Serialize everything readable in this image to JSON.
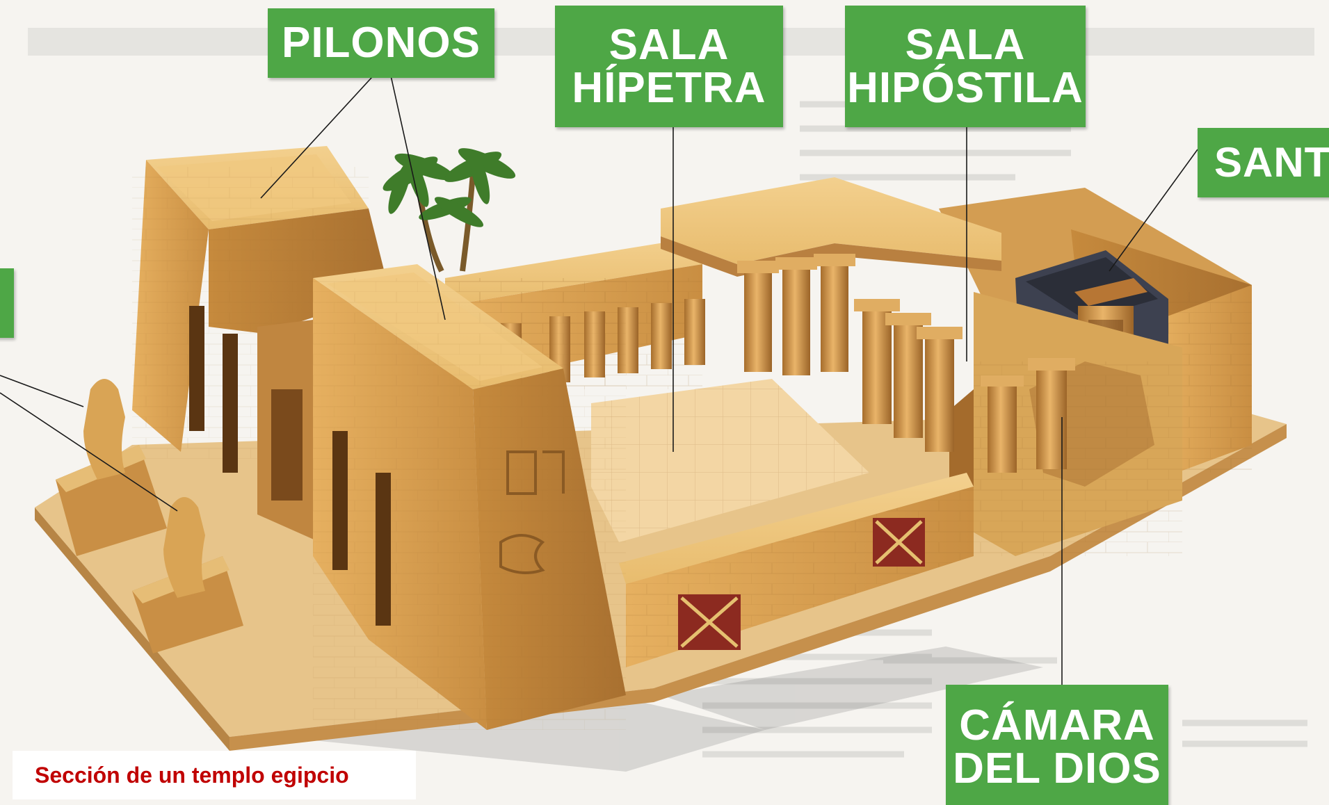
{
  "labels": {
    "pilonos": [
      "PILONOS"
    ],
    "sala_hipetra": [
      "SALA",
      "HÍPETRA"
    ],
    "sala_hipostila": [
      "SALA",
      "HIPÓSTILA"
    ],
    "santuario": "SANTU",
    "camara_del_dios": [
      "CÁMARA",
      "DEL DIOS"
    ]
  },
  "caption": "Sección de un templo egipcio",
  "colors": {
    "label_bg": "#4ea746",
    "label_text": "#ffffff",
    "caption_text": "#c00000",
    "stone": "#d9a24e",
    "stone_dark": "#b9803a",
    "stone_light": "#f0c878",
    "floor": "#f1cf95",
    "inner_dark": "#3a3d48"
  }
}
